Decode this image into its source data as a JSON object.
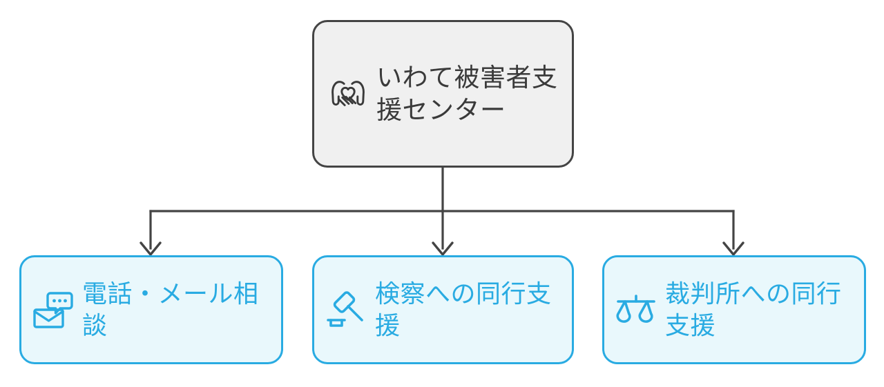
{
  "diagram": {
    "type": "hierarchy-flowchart",
    "orientation": "top-down",
    "colors": {
      "canvas_background": "#FFFFFF",
      "root_fill": "#F0F0F0",
      "root_border": "#444444",
      "root_text": "#3A3A3A",
      "child_fill": "#E9F8FC",
      "child_border": "#29ABE2",
      "child_text": "#29ABE2",
      "connector": "#444444"
    },
    "root": {
      "label": "いわて被害者支援センター",
      "icon": "heart-hands-icon"
    },
    "children": [
      {
        "label": "電話・メール相談",
        "icon": "chat-envelope-icon"
      },
      {
        "label": "検察への同行支援",
        "icon": "gavel-icon"
      },
      {
        "label": "裁判所への同行支援",
        "icon": "balance-scales-icon"
      }
    ]
  }
}
